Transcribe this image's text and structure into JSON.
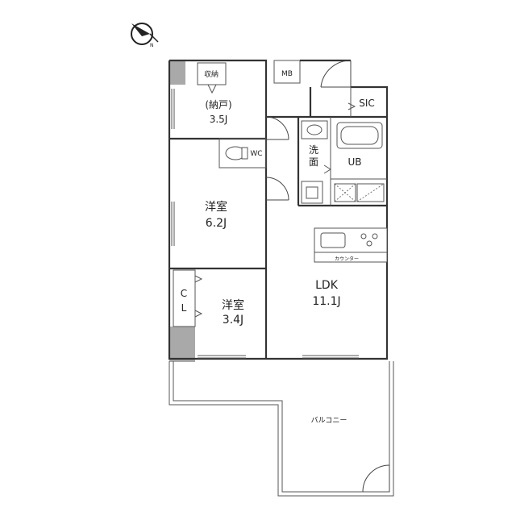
{
  "labels": {
    "storage_closet": "収納",
    "mb": "MB",
    "sic": "SIC",
    "nando_name": "(納戸)",
    "nando_size": "3.5J",
    "wc": "WC",
    "washroom_1": "洗",
    "washroom_2": "面",
    "ub": "UB",
    "western_room_1_name": "洋室",
    "western_room_1_size": "6.2J",
    "counter": "カウンター",
    "ldk_name": "LDK",
    "ldk_size": "11.1J",
    "cl_top": "C",
    "cl_bottom": "L",
    "western_room_2_name": "洋室",
    "western_room_2_size": "3.4J",
    "balcony": "バルコニー"
  },
  "icons": {
    "north": "north-arrow-icon"
  }
}
